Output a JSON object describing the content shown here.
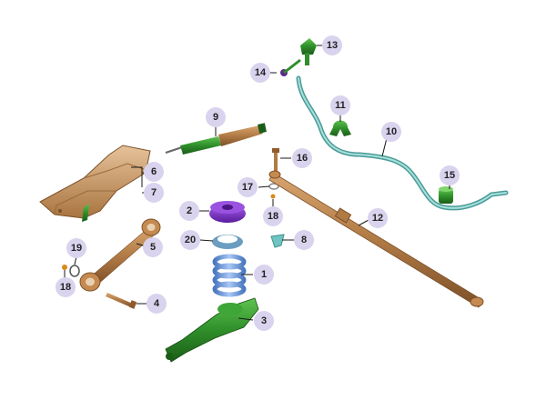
{
  "callouts": [
    {
      "id": "c1",
      "label": "1"
    },
    {
      "id": "c2",
      "label": "2"
    },
    {
      "id": "c3",
      "label": "3"
    },
    {
      "id": "c4",
      "label": "4"
    },
    {
      "id": "c5",
      "label": "5"
    },
    {
      "id": "c6",
      "label": "6"
    },
    {
      "id": "c7",
      "label": "7"
    },
    {
      "id": "c8",
      "label": "8"
    },
    {
      "id": "c9",
      "label": "9"
    },
    {
      "id": "c10",
      "label": "10"
    },
    {
      "id": "c11",
      "label": "11"
    },
    {
      "id": "c12",
      "label": "12"
    },
    {
      "id": "c13",
      "label": "13"
    },
    {
      "id": "c14",
      "label": "14"
    },
    {
      "id": "c15",
      "label": "15"
    },
    {
      "id": "c16",
      "label": "16"
    },
    {
      "id": "c17",
      "label": "17"
    },
    {
      "id": "c18a",
      "label": "18"
    },
    {
      "id": "c18b",
      "label": "18"
    },
    {
      "id": "c19",
      "label": "19"
    },
    {
      "id": "c20",
      "label": "20"
    }
  ],
  "colors": {
    "callout_fill": "#d9d3ee",
    "bronze": "#b07a45",
    "green": "#2f8f2a",
    "teal": "#6ec4c0",
    "blue": "#6f9fe0",
    "purple": "#7a32c8"
  }
}
